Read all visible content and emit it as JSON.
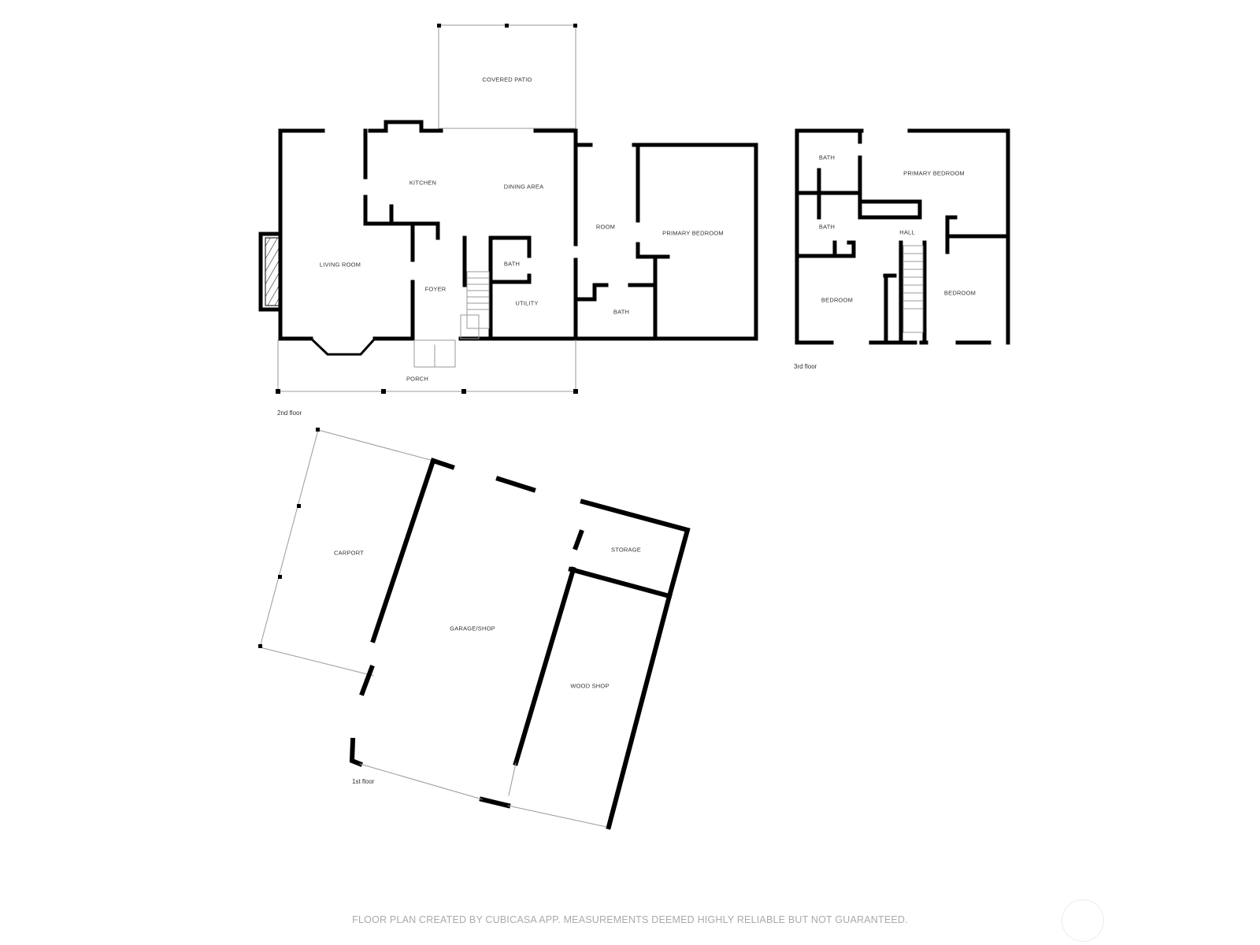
{
  "floors": [
    {
      "name": "2nd floor",
      "rooms": [
        "COVERED PATIO",
        "KITCHEN",
        "DINING AREA",
        "ROOM",
        "PRIMARY BEDROOM",
        "LIVING ROOM",
        "FOYER",
        "BATH",
        "UTILITY",
        "BATH",
        "PORCH"
      ]
    },
    {
      "name": "3rd floor",
      "rooms": [
        "BATH",
        "PRIMARY BEDROOM",
        "BATH",
        "HALL",
        "BEDROOM",
        "BEDROOM"
      ]
    },
    {
      "name": "1st floor",
      "rooms": [
        "CARPORT",
        "STORAGE",
        "GARAGE/SHOP",
        "WOOD SHOP"
      ]
    }
  ],
  "footer": "FLOOR PLAN CREATED BY CUBICASA APP. MEASUREMENTS DEEMED HIGHLY RELIABLE BUT NOT GUARANTEED.",
  "colors": {
    "wall": "#000000",
    "thin_line": "#999999",
    "footer_text": "#aaaaaa"
  }
}
